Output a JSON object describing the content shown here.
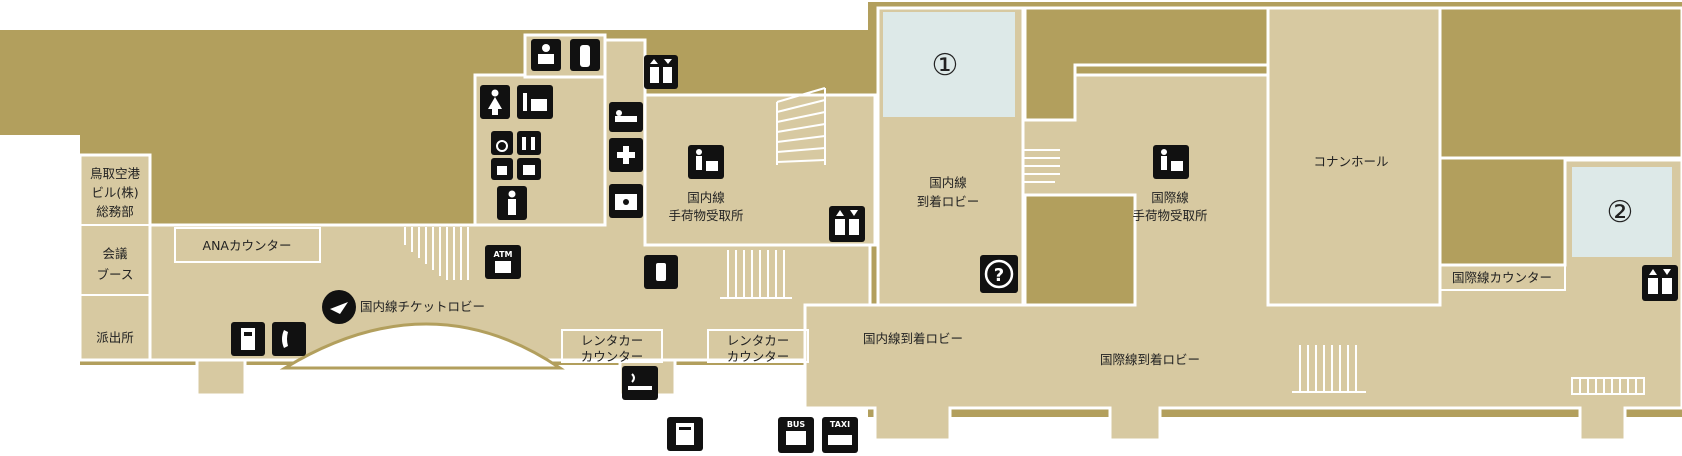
{
  "colors": {
    "outer": "#b29f5d",
    "floor": "#d7c9a1",
    "wall": "#ffffff",
    "highlight": "#dde9e8",
    "icon_bg": "#111111"
  },
  "labels": {
    "office": [
      "鳥取空港",
      "ビル(株)",
      "総務部"
    ],
    "meeting": [
      "会議",
      "ブース"
    ],
    "police": "派出所",
    "ana_counter": "ANAカウンター",
    "domestic_ticket_lobby": "国内線チケットロビー",
    "rental_car_1": [
      "レンタカー",
      "カウンター"
    ],
    "rental_car_2": [
      "レンタカー",
      "カウンター"
    ],
    "domestic_baggage": [
      "国内線",
      "手荷物受取所"
    ],
    "domestic_arrival_gate": [
      "国内線",
      "到着ロビー"
    ],
    "domestic_arrival_lobby": "国内線到着ロビー",
    "intl_baggage": [
      "国際線",
      "手荷物受取所"
    ],
    "intl_arrival_lobby": "国際線到着ロビー",
    "conan_hall": "コナンホール",
    "intl_counter": "国際線カウンター",
    "area1": "①",
    "area2": "②"
  },
  "icons": {
    "atm_text": "ATM",
    "bus_text": "BUS",
    "taxi_text": "TAXI",
    "help_text": "?"
  }
}
